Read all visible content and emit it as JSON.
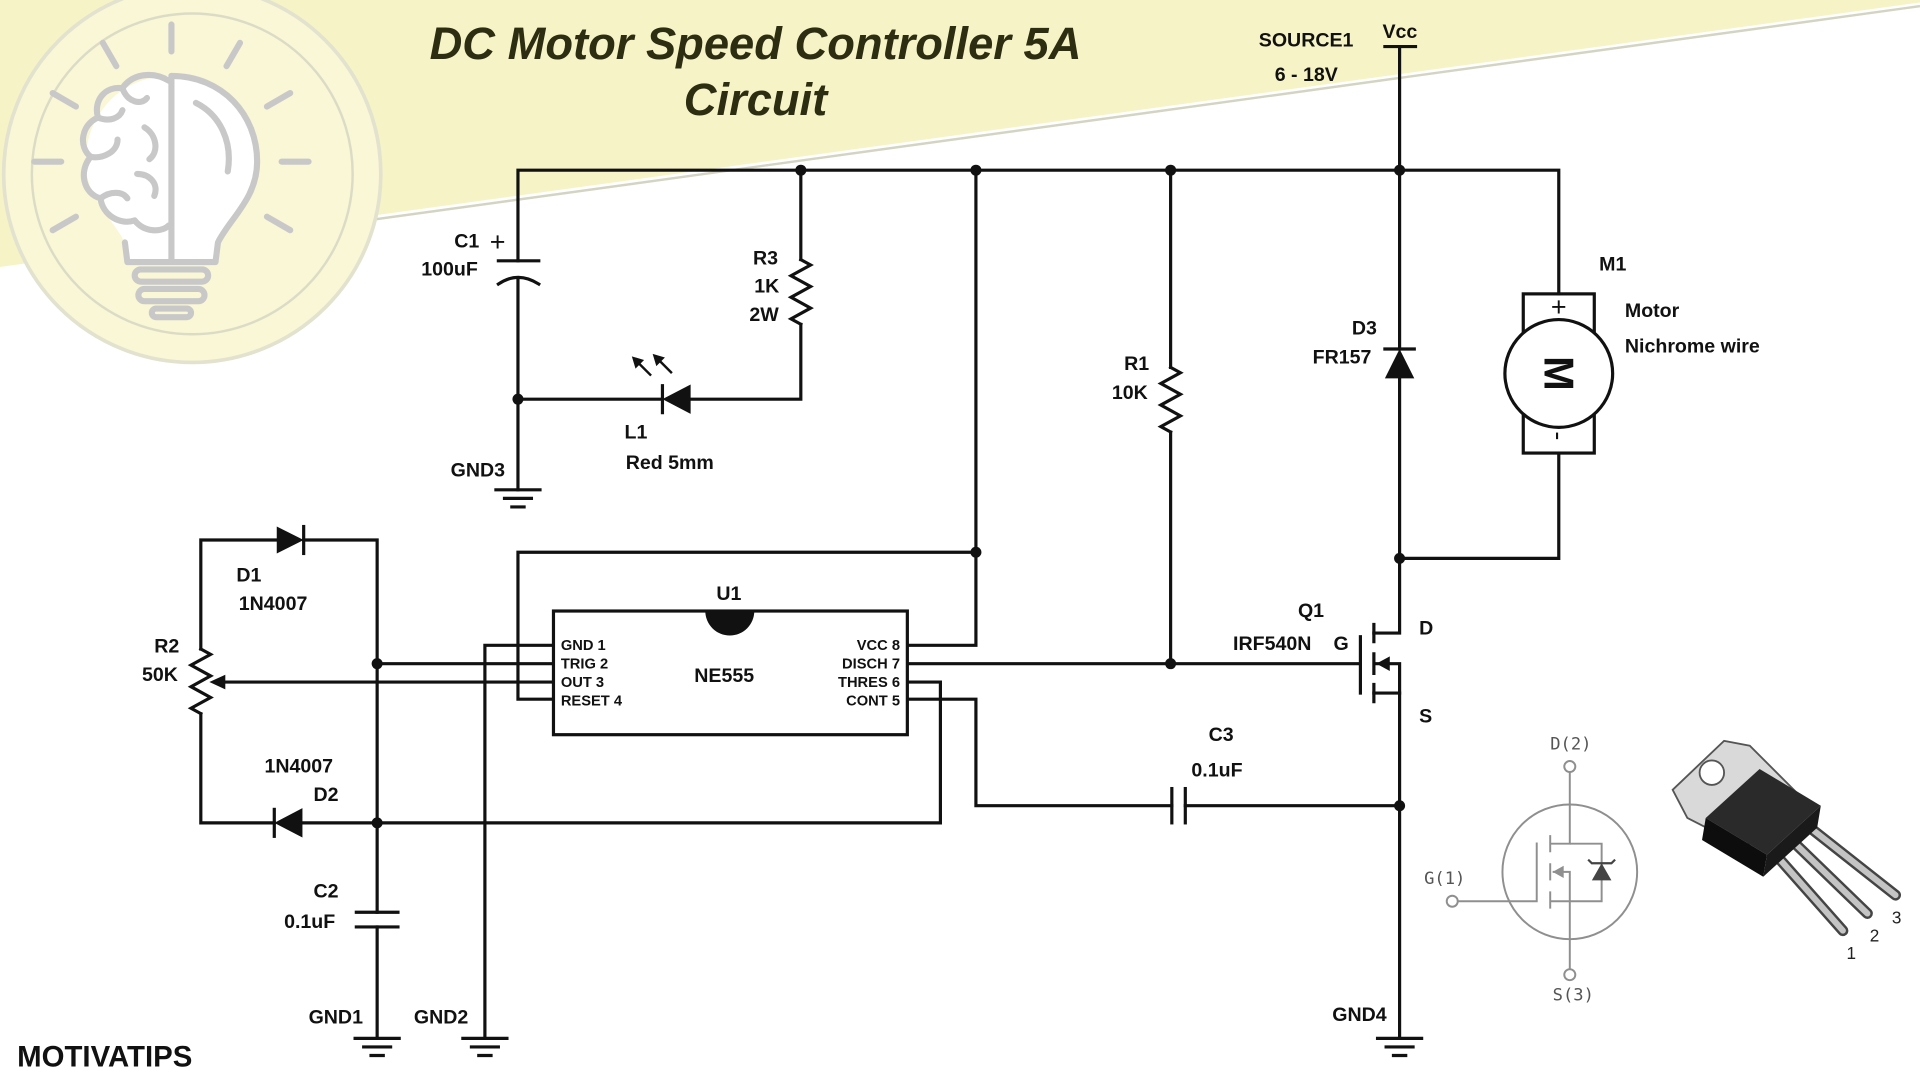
{
  "header": {
    "title_line1": "DC Motor Speed Controller 5A",
    "title_line2": "Circuit"
  },
  "brand": {
    "name": "MOTIVATIPS",
    "logo_icon": "lightbulb-brain-icon"
  },
  "colors": {
    "band": "#f6f4c6",
    "badge": "#f9f7d6",
    "ink": "#111111",
    "title": "#2d2d12",
    "grey": "#8f8f8f",
    "icon": "#c8c8c8"
  },
  "source": {
    "ref": "SOURCE1",
    "net": "Vcc",
    "range": "6 - 18V"
  },
  "parts": {
    "c1": {
      "ref": "C1",
      "polarity": "+",
      "value": "100uF"
    },
    "r3": {
      "ref": "R3",
      "value": "1K",
      "rating": "2W"
    },
    "l1": {
      "ref": "L1",
      "value": "Red 5mm"
    },
    "r1": {
      "ref": "R1",
      "value": "10K"
    },
    "d3": {
      "ref": "D3",
      "value": "FR157"
    },
    "m1": {
      "ref": "M1",
      "type": "Motor",
      "value": "Nichrome wire",
      "symbol": "M",
      "plus": "+",
      "minus": "-"
    },
    "d1": {
      "ref": "D1",
      "value": "1N4007"
    },
    "d2": {
      "ref": "D2",
      "value": "1N4007"
    },
    "r2": {
      "ref": "R2",
      "value": "50K"
    },
    "u1": {
      "ref": "U1",
      "value": "NE555",
      "pins_left": [
        "GND 1",
        "TRIG 2",
        "OUT 3",
        "RESET 4"
      ],
      "pins_right": [
        "VCC 8",
        "DISCH 7",
        "THRES 6",
        "CONT 5"
      ]
    },
    "q1": {
      "ref": "Q1",
      "value": "IRF540N",
      "gate": "G",
      "drain": "D",
      "source": "S"
    },
    "c3": {
      "ref": "C3",
      "value": "0.1uF"
    },
    "c2": {
      "ref": "C2",
      "value": "0.1uF"
    }
  },
  "grounds": {
    "gnd1": "GND1",
    "gnd2": "GND2",
    "gnd3": "GND3",
    "gnd4": "GND4"
  },
  "pinout": {
    "drain": "D(2)",
    "gate": "G(1)",
    "source": "S(3)",
    "leads": [
      "1",
      "2",
      "3"
    ],
    "symbol_icon": "mosfet-pinout-icon",
    "package_icon": "to220-package-icon"
  }
}
